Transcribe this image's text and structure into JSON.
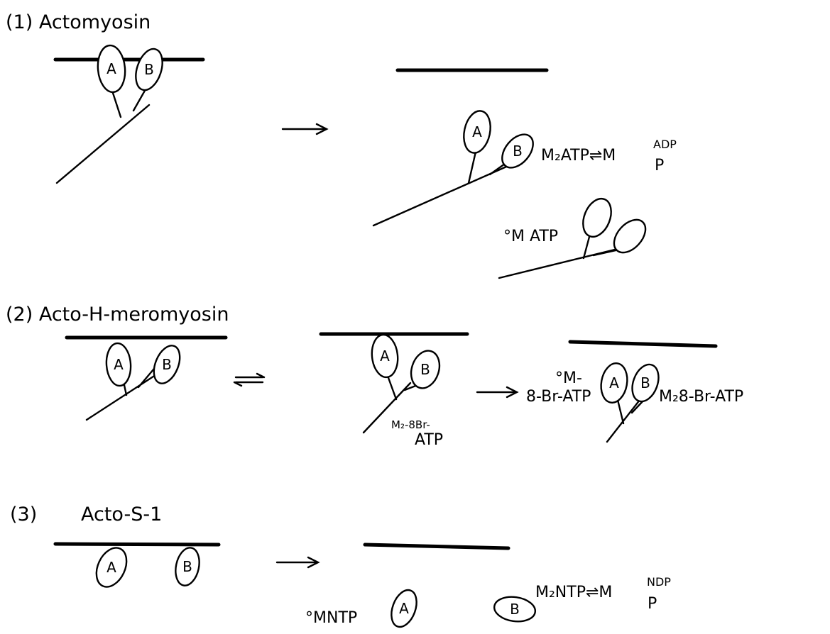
{
  "sections": [
    {
      "heading": "(1) Actomyosin",
      "head_labels": [
        "A",
        "B"
      ],
      "reaction_arrow": "→",
      "state_label": "M₂ATP⇌M",
      "state_sup": "ADP",
      "state_sub": "P",
      "second_state_label": "°M ATP"
    },
    {
      "heading": "(2) Acto-H-meromyosin",
      "head_labels": [
        "A",
        "B"
      ],
      "equilibrium_arrow": "⇌",
      "reaction_arrow": "→",
      "intermediate_label_line1": "M₂-8Br-",
      "intermediate_label_line2": "ATP",
      "final_left_line1": "°M-",
      "final_left_line2": "8-Br-ATP",
      "final_right_label": "M₂8-Br-ATP"
    },
    {
      "heading_num": "(3)",
      "heading_text": "Acto-S-1",
      "head_labels": [
        "A",
        "B"
      ],
      "reaction_arrow": "→",
      "product_left_label": "°MNTP",
      "product_right_label": "M₂NTP⇌M",
      "product_right_sup": "NDP",
      "product_right_sub": "P"
    }
  ]
}
